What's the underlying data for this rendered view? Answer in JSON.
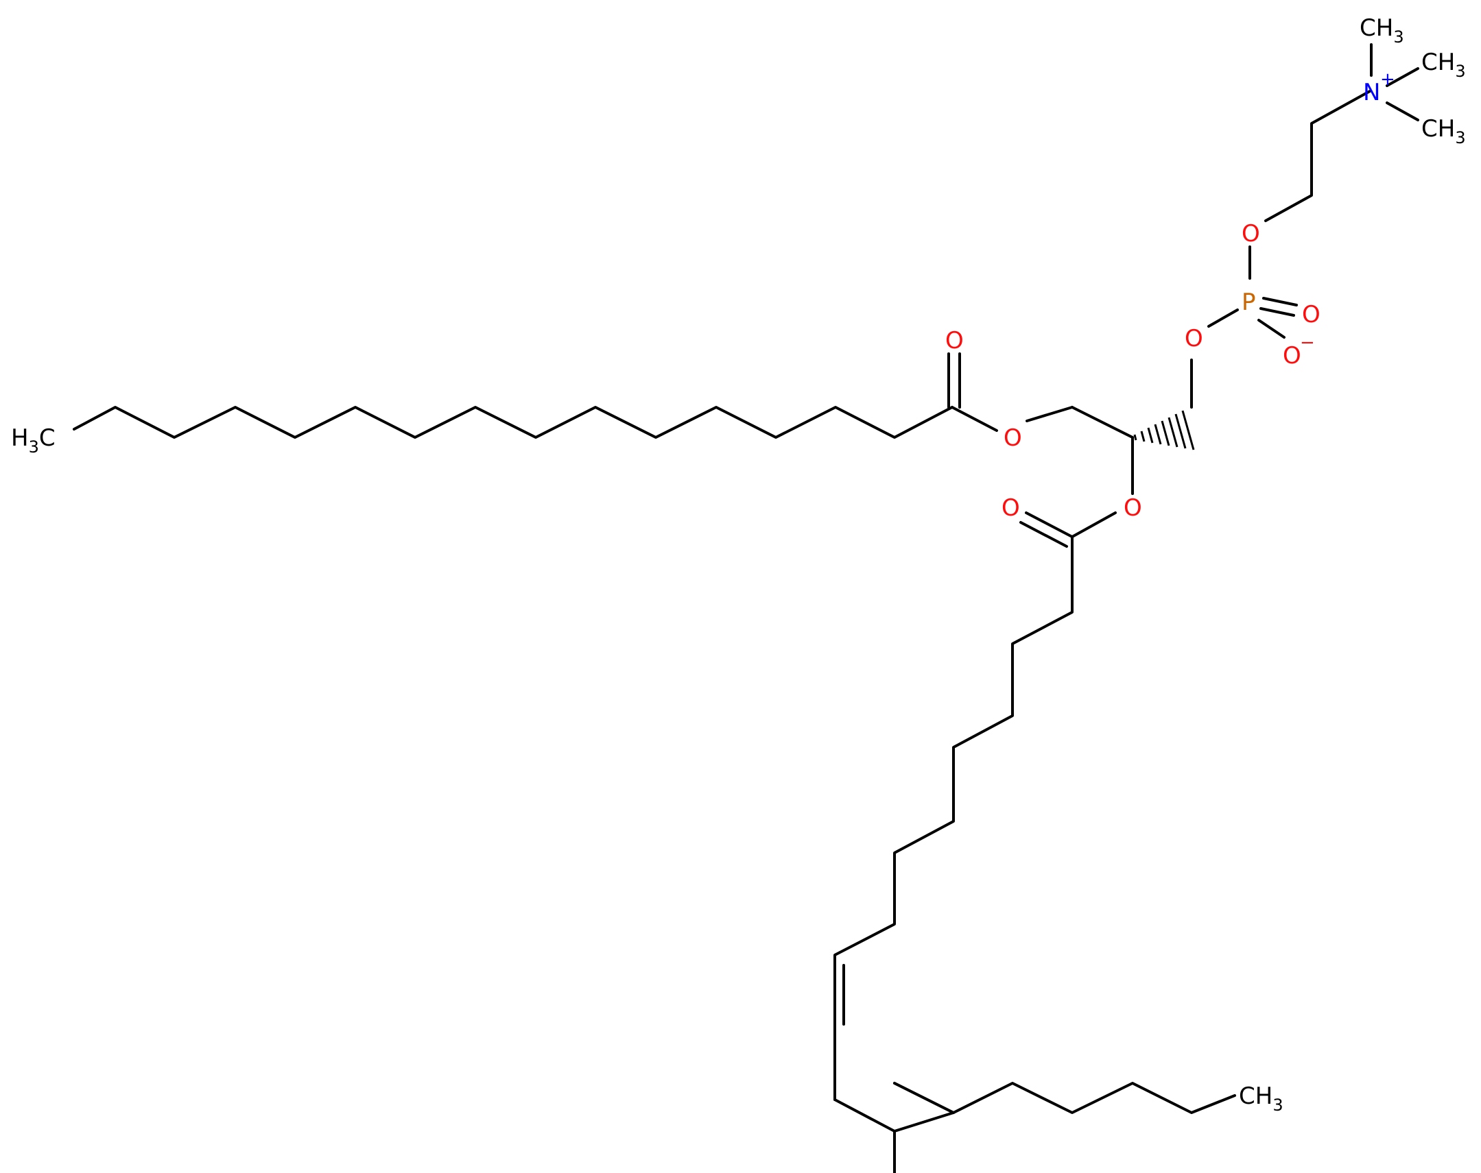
{
  "colors": {
    "bond": "#000000",
    "oxygen": "#ff0d0d",
    "phosphorus": "#cc6600",
    "nitrogen": "#0000ff",
    "carbon": "#000000"
  },
  "atoms": {
    "h3c_left": {
      "main": "H",
      "sub": "3",
      "tail": "C"
    },
    "o_ester1_carbonyl": "O",
    "o_ester1_link": "O",
    "o_ester2_link": "O",
    "o_ester2_carbonyl": "O",
    "o_glycerol_phos": "O",
    "p_atom": "P",
    "o_p_double": "O",
    "o_p_minus": "O",
    "o_p_minus_charge": "−",
    "o_choline": "O",
    "n_atom": "N",
    "n_charge": "+",
    "methyl_top": {
      "main": "CH",
      "sub": "3"
    },
    "methyl_right": {
      "main": "CH",
      "sub": "3"
    },
    "methyl_lower": {
      "main": "CH",
      "sub": "3"
    },
    "ch3_chain_end": {
      "main": "CH",
      "sub": "3"
    }
  }
}
